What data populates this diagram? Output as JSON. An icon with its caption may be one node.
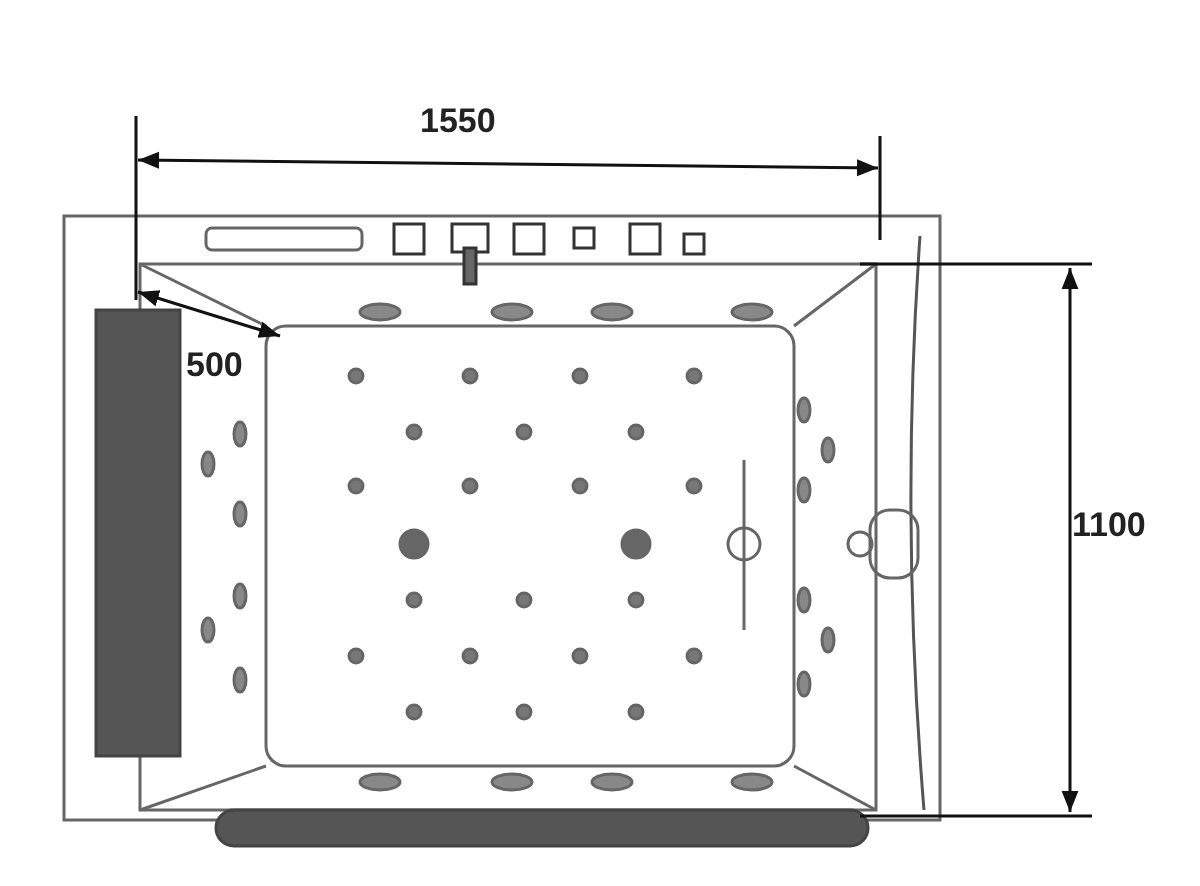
{
  "diagram": {
    "labels": [
      "1550",
      "500",
      "1100"
    ]
  }
}
